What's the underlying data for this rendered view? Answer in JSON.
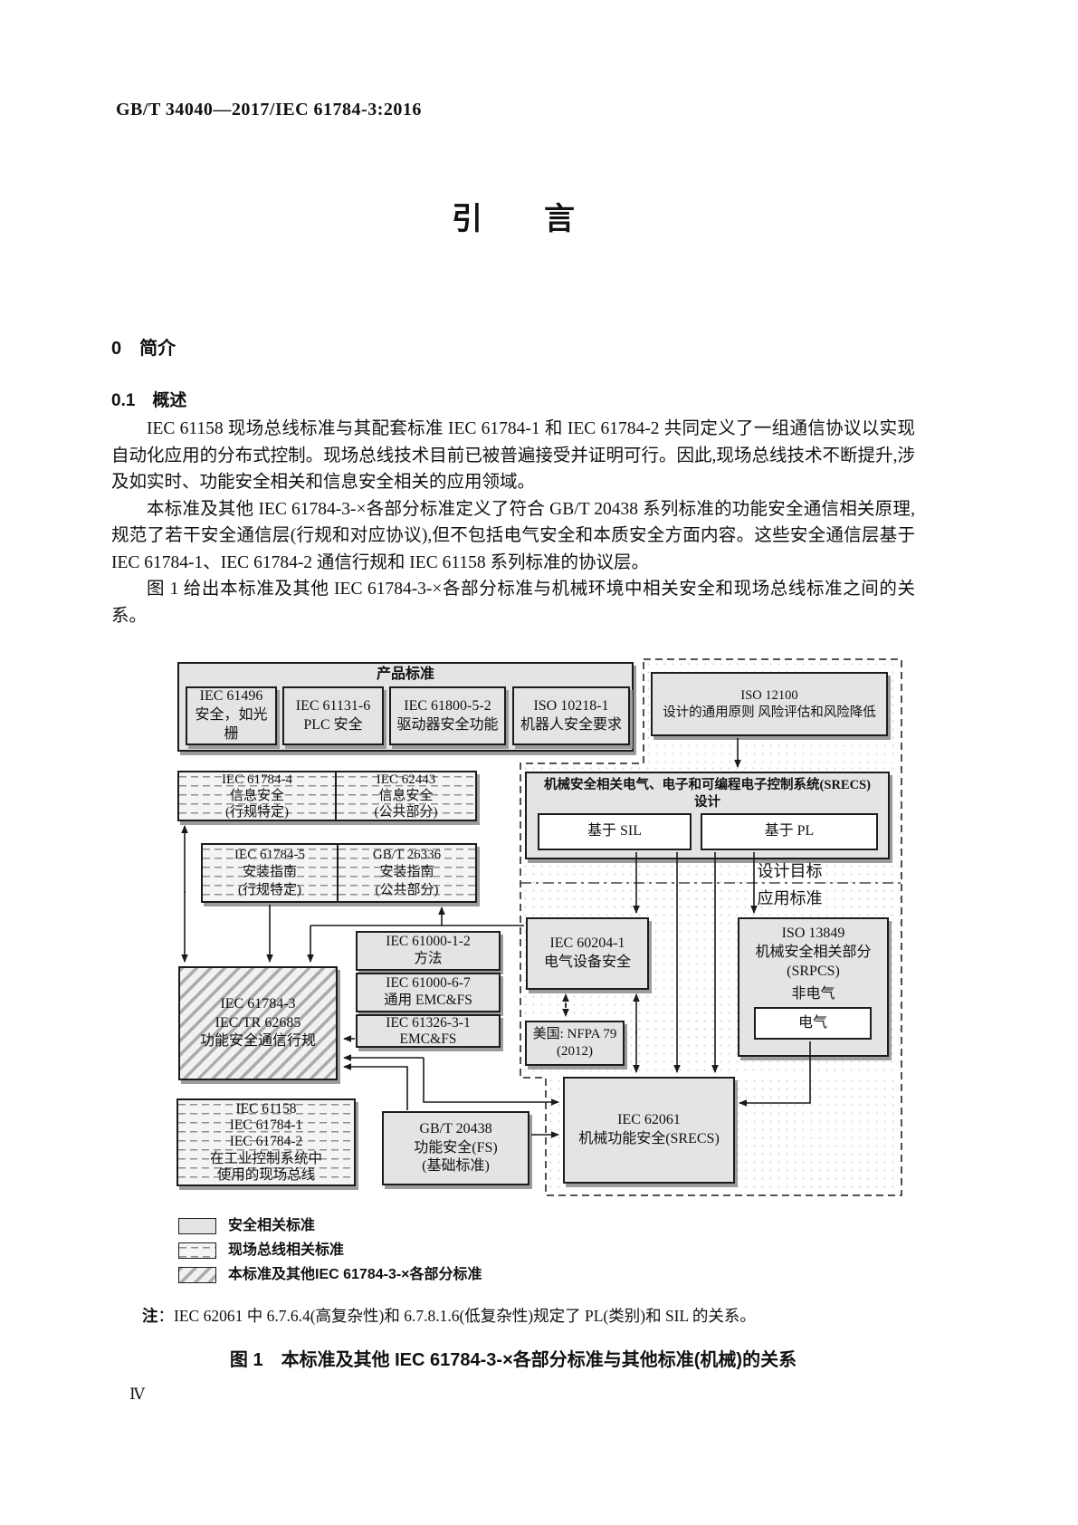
{
  "colors": {
    "box_fill": "#e4e4e4",
    "border": "#1c1c1c",
    "shadow": "#9c9c9c",
    "page": "#ffffff"
  },
  "page": {
    "header": "GB/T 34040—2017/IEC 61784-3:2016",
    "title": "引　　言",
    "page_number": "Ⅳ"
  },
  "sections": {
    "s0": "0　简介",
    "s01": "0.1　概述"
  },
  "paragraphs": {
    "p1": "IEC 61158 现场总线标准与其配套标准 IEC 61784-1 和 IEC 61784-2 共同定义了一组通信协议以实现自动化应用的分布式控制。现场总线技术目前已被普遍接受并证明可行。因此,现场总线技术不断提升,涉及如实时、功能安全相关和信息安全相关的应用领域。",
    "p2": "本标准及其他 IEC 61784-3-×各部分标准定义了符合 GB/T 20438 系列标准的功能安全通信相关原理,规范了若干安全通信层(行规和对应协议),但不包括电气安全和本质安全方面内容。这些安全通信层基于 IEC 61784-1、IEC 61784-2 通信行规和 IEC 61158 系列标准的协议层。",
    "p3": "图 1 给出本标准及其他 IEC 61784-3-×各部分标准与机械环境中相关安全和现场总线标准之间的关系。"
  },
  "figure": {
    "caption": "图 1　本标准及其他 IEC 61784-3-×各部分标准与其他标准(机械)的关系",
    "note_prefix": "注",
    "note_text": "：IEC 62061 中 6.7.6.4(高复杂性)和 6.7.8.1.6(低复杂性)规定了 PL(类别)和 SIL 的关系。",
    "boxes": {
      "product_header": "产品标准",
      "iec61496": "IEC 61496\n安全，如光栅",
      "iec61131": "IEC 61131-6\nPLC 安全",
      "iec61800": "IEC 61800-5-2\n驱动器安全功能",
      "iso10218": "ISO 10218-1\n机器人安全要求",
      "iso12100": "ISO 12100\n设计的通用原则  风险评估和风险降低",
      "iec61784_4": "IEC 61784-4\n信息安全\n(行规特定)",
      "iec62443": "IEC 62443\n信息安全\n(公共部分)",
      "iec61784_5": "IEC 61784-5\n安装指南\n(行规特定)",
      "gbt26336": "GB/T 26336\n安装指南\n(公共部分)",
      "srecs_title": "机械安全相关电气、电子和可编程电子控制系统(SRECS)\n设计",
      "sil": "基于 SIL",
      "pl": "基于 PL",
      "iec61000_1_2": "IEC 61000-1-2\n方法",
      "iec61000_6_7": "IEC 61000-6-7\n通用 EMC&FS",
      "iec61326": "IEC 61326-3-1\nEMC&FS",
      "iec60204": "IEC 60204-1\n电气设备安全",
      "iso13849_title": "ISO 13849\n机械安全相关部分\n(SRPCS)",
      "iso13849_nonelec": "非电气",
      "iso13849_elec": "电气",
      "nfpa": "美国: NFPA 79\n(2012)",
      "iec61784_3": "IEC 61784-3\nIEC/TR 62685\n功能安全通信行规",
      "iec61158": "IEC 61158\nIEC 61784-1\nIEC 61784-2\n在工业控制系统中\n使用的现场总线",
      "gbt20438": "GB/T 20438\n功能安全(FS)\n(基础标准)",
      "iec62061": "IEC 62061\n机械功能安全(SRECS)"
    },
    "separator_labels": {
      "above": "设计目标",
      "below": "应用标准"
    },
    "legend": [
      {
        "label": "安全相关标准"
      },
      {
        "label": "现场总线相关标准"
      },
      {
        "label": "本标准及其他IEC 61784-3-×各部分标准"
      }
    ]
  }
}
